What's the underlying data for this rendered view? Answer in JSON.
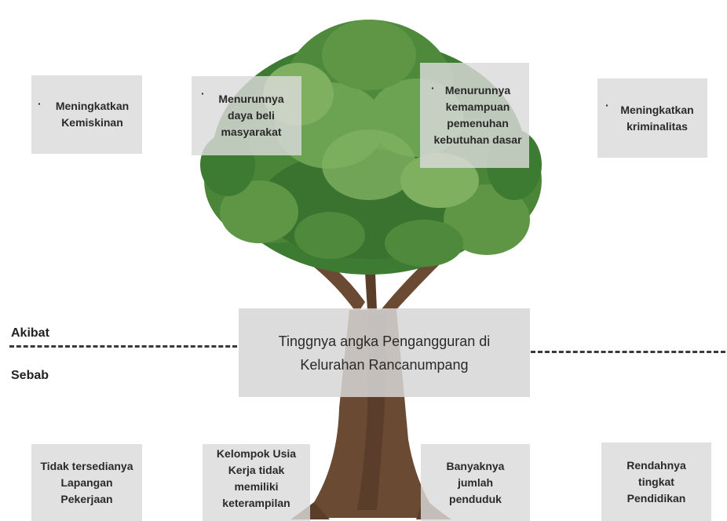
{
  "labels": {
    "akibat": "Akibat",
    "sebab": "Sebab"
  },
  "center": {
    "text": "Tinggnya angka Pengangguran di\nKelurahan Rancanumpang"
  },
  "akibat_items": [
    {
      "bullet": "·",
      "text": "Meningkatkan\nKemiskinan"
    },
    {
      "bullet": "·",
      "text": "Menurunnya\ndaya beli\nmasyarakat"
    },
    {
      "bullet": "·",
      "text": "Menurunnya\nkemampuan\npemenuhan\nkebutuhan dasar"
    },
    {
      "bullet": "·",
      "text": "Meningkatkan\nkriminalitas"
    }
  ],
  "sebab_items": [
    {
      "text": "Tidak tersedianya\nLapangan\nPekerjaan"
    },
    {
      "text": "Kelompok Usia\nKerja tidak\nmemiliki\nketerampilan"
    },
    {
      "text": "Banyaknya\njumlah\npenduduk"
    },
    {
      "text": "Rendahnya\ntingkat\nPendidikan"
    }
  ],
  "colors": {
    "box_bg": "#dadada",
    "foliage_dark": "#3d7a32",
    "foliage_mid": "#5e9646",
    "foliage_light": "#7fb060",
    "trunk": "#6b4a33",
    "trunk_dark": "#4e3524"
  }
}
